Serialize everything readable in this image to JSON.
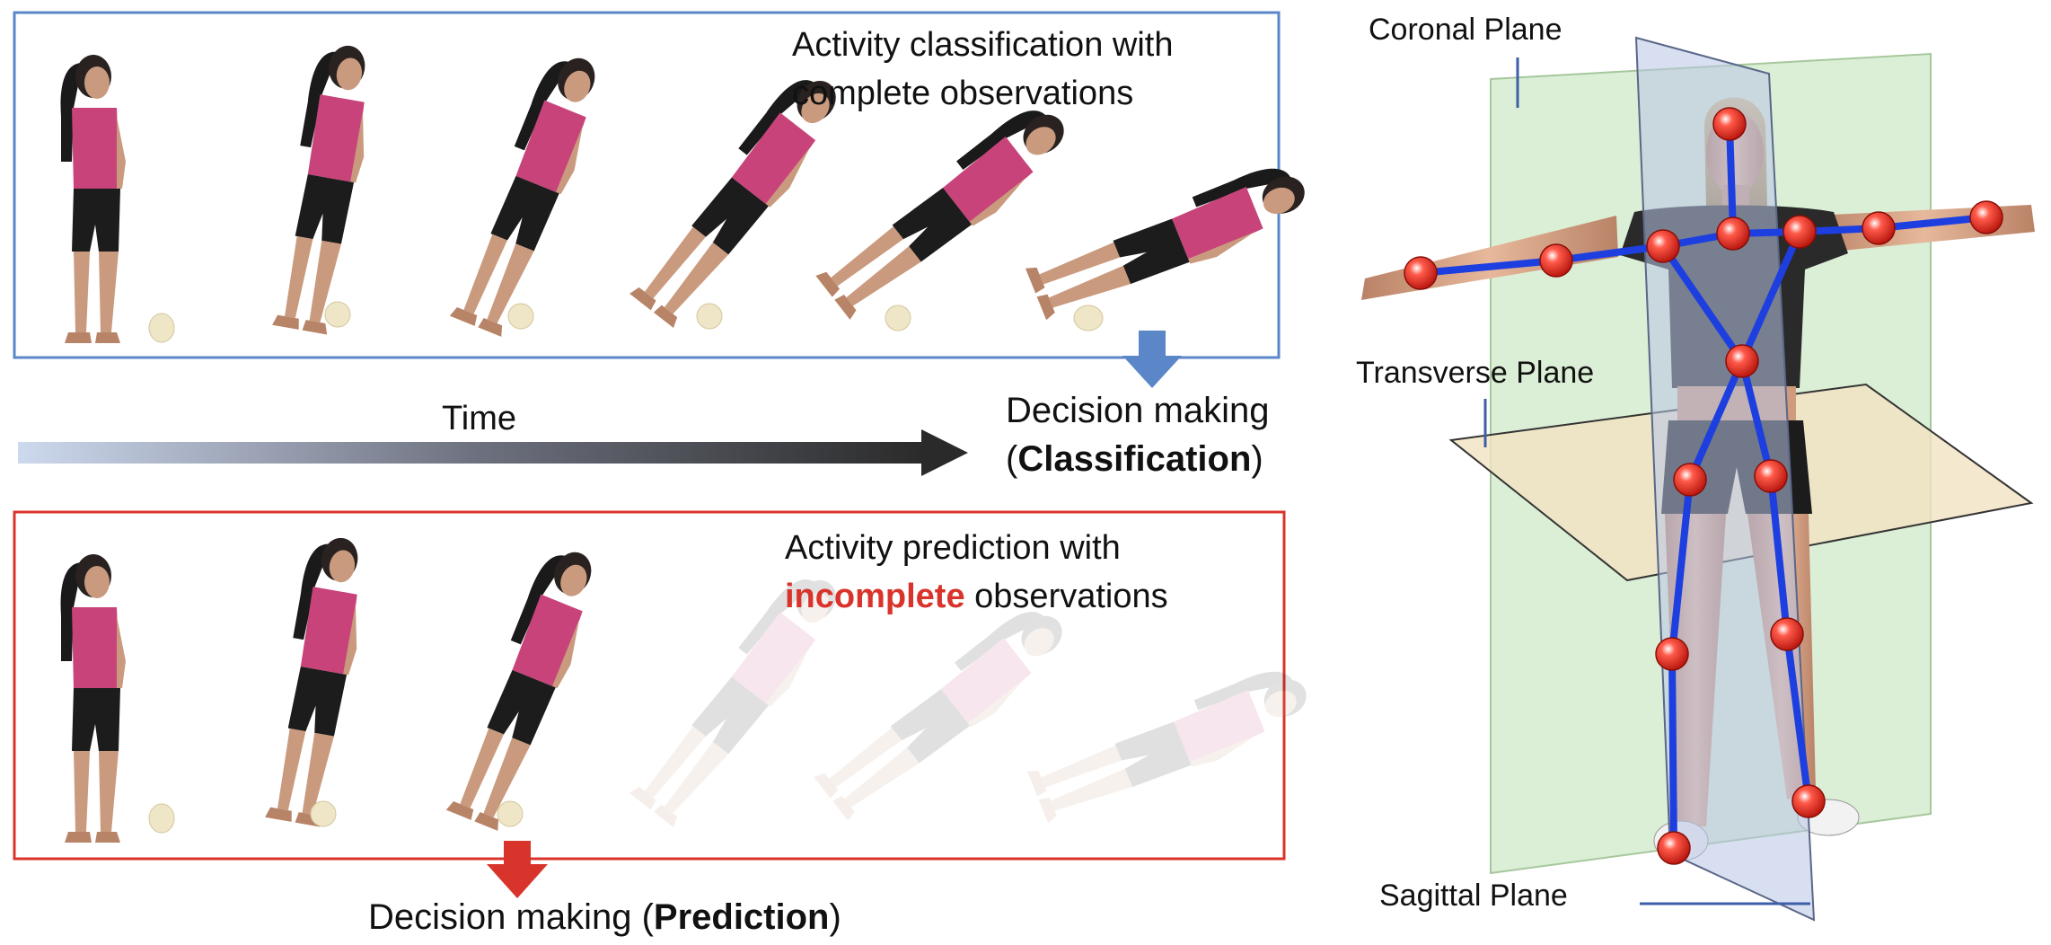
{
  "top_panel": {
    "title_line1": "Activity classification with",
    "title_line2": "complete observations"
  },
  "time_axis": {
    "label": "Time"
  },
  "classification_decision": {
    "line1": "Decision making",
    "open_paren": "(",
    "bold_word": "Classification",
    "close_paren": ")"
  },
  "bottom_panel": {
    "title_line1": "Activity prediction with",
    "highlight_word": "incomplete",
    "title_line2_rest": " observations"
  },
  "prediction_decision": {
    "prefix": "Decision making (",
    "bold_word": "Prediction",
    "suffix": ")"
  },
  "body_planes": {
    "coronal": "Coronal Plane",
    "transverse": "Transverse Plane",
    "sagittal": "Sagittal Plane"
  },
  "colors": {
    "classification_accent": "#5b87c9",
    "prediction_accent": "#d9342b",
    "shirt": "#c8437a",
    "shorts": "#1c1c1c",
    "skin": "#d9a98a",
    "joint": "#e02a1d",
    "skeleton": "#1d3fe0",
    "coronal_plane": "#cfe9c8",
    "sagittal_plane": "#b8c4e6",
    "transverse_plane": "#f1e2c2"
  }
}
